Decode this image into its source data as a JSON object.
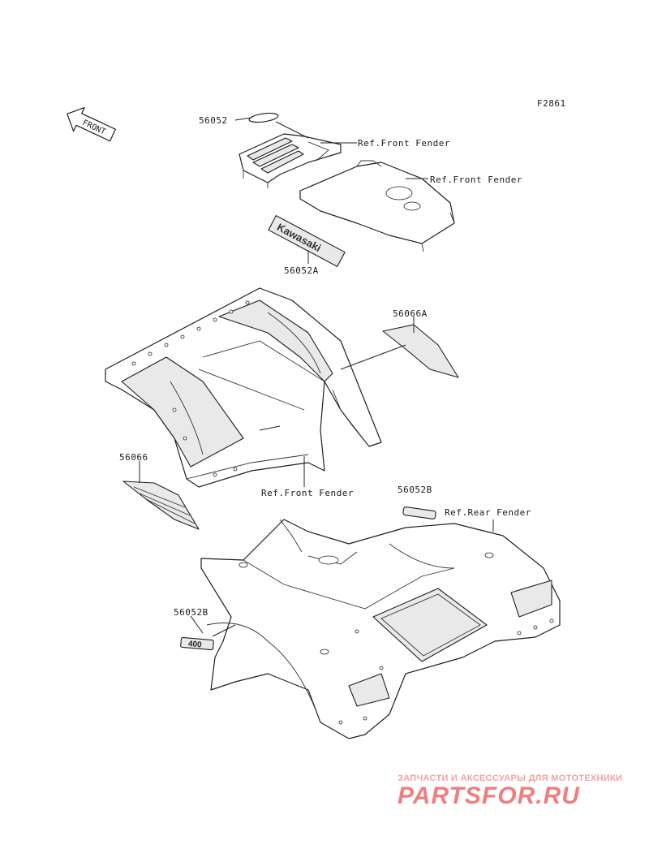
{
  "diagram": {
    "figure_code": "F2861",
    "front_arrow": "FRONT",
    "emblem_text": "Kawasaki",
    "tank_badge_text": "400",
    "labels": {
      "part_56052": "56052",
      "ref_front_fender_1": "Ref.Front Fender",
      "ref_front_fender_2": "Ref.Front Fender",
      "part_56052A": "56052A",
      "part_56066A": "56066A",
      "part_56066": "56066",
      "ref_front_fender_3": "Ref.Front Fender",
      "part_56052B_top": "56052B",
      "ref_rear_fender": "Ref.Rear Fender",
      "part_56052B_side": "56052B"
    }
  },
  "watermark": {
    "line1": "ЗАПЧАСТИ И АКСЕССУАРЫ ДЛЯ МОТОТЕХНИКИ",
    "line2": "PARTSFOR.RU"
  },
  "colors": {
    "line": "#1e1e1e",
    "watermark": "#ee7f7f"
  }
}
